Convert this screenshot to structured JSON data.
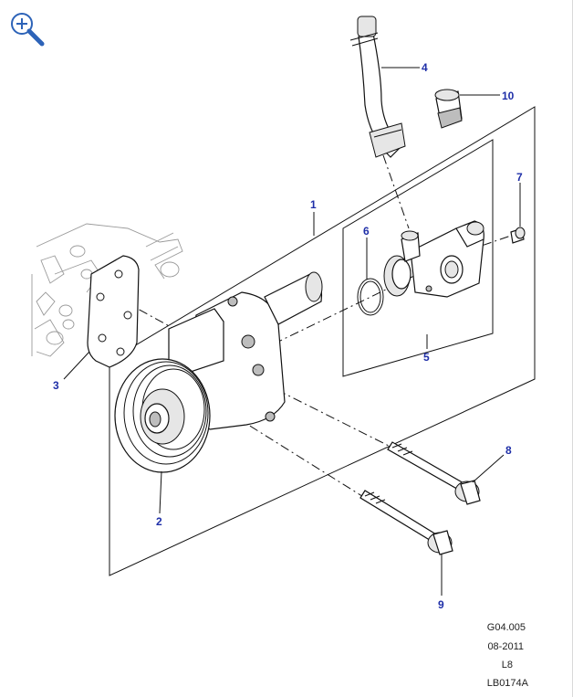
{
  "toolbar": {
    "zoom_icon": "zoom-in-icon"
  },
  "callouts": [
    {
      "id": "1",
      "label": "1"
    },
    {
      "id": "2",
      "label": "2"
    },
    {
      "id": "3",
      "label": "3"
    },
    {
      "id": "4",
      "label": "4"
    },
    {
      "id": "5",
      "label": "5"
    },
    {
      "id": "6",
      "label": "6"
    },
    {
      "id": "7",
      "label": "7"
    },
    {
      "id": "8",
      "label": "8"
    },
    {
      "id": "9",
      "label": "9"
    },
    {
      "id": "10",
      "label": "10"
    }
  ],
  "reference": {
    "line1": "G04.005",
    "line2": "08-2011",
    "line3": "L8",
    "line4": "LB0174A"
  },
  "colors": {
    "callout": "#1f2fa8",
    "line": "#111111"
  }
}
